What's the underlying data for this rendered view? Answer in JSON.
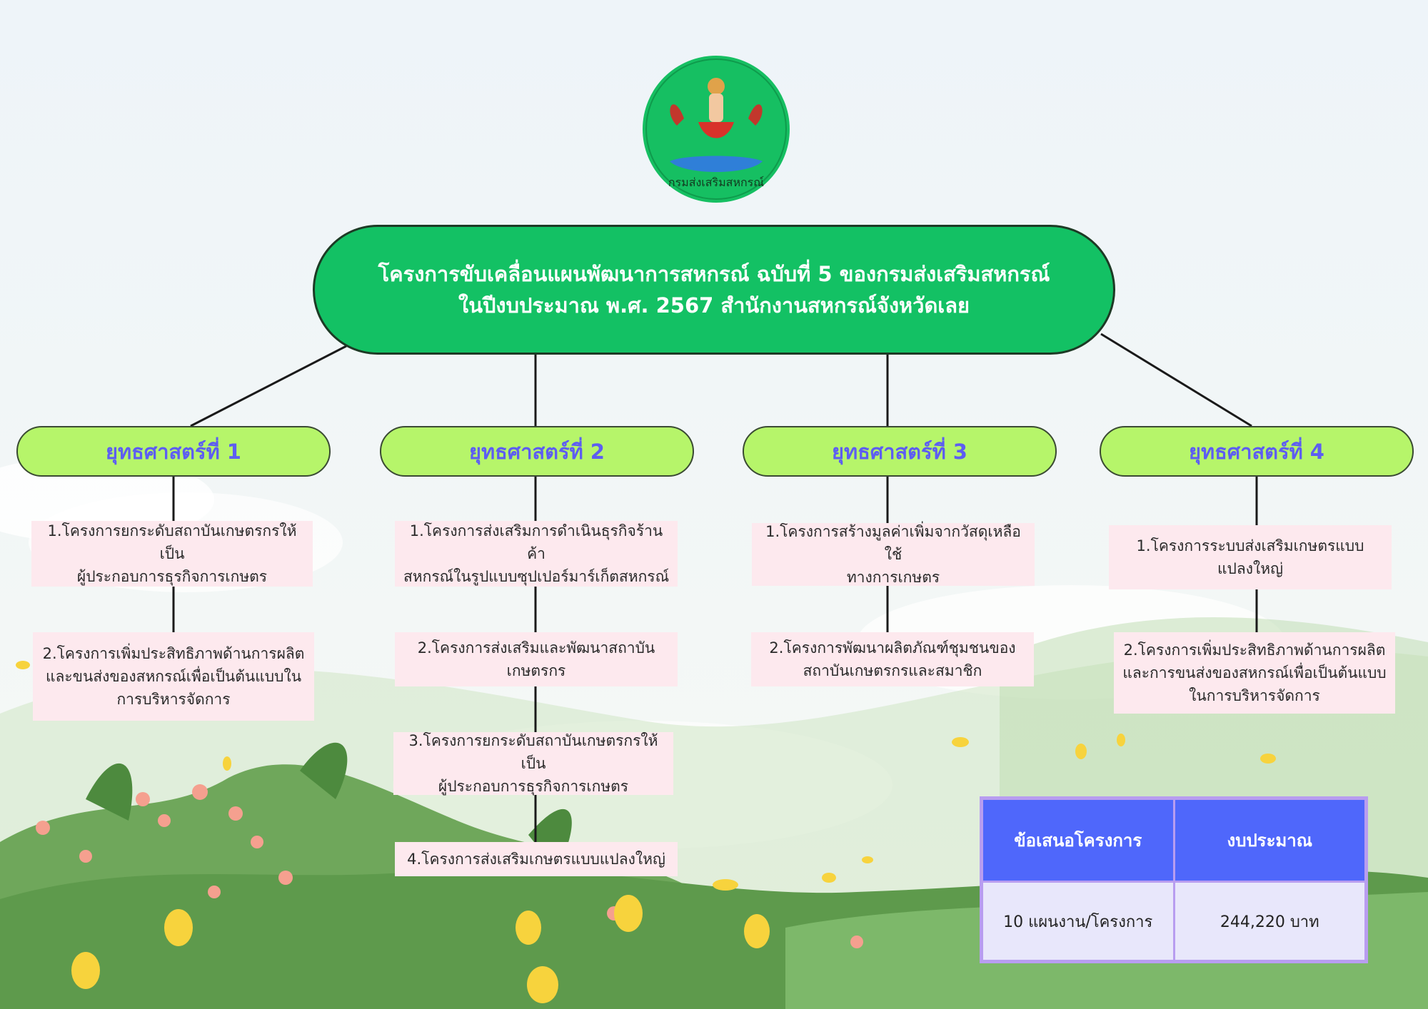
{
  "logo": {
    "text": "กรมส่งเสริมสหกรณ์",
    "icon": "cooperative-deity-emblem-icon"
  },
  "title": {
    "line1": "โครงการขับเคลื่อนแผนพัฒนาการสหกรณ์ ฉบับที่ 5  ของกรมส่งเสริมสหกรณ์",
    "line2": "ในปีงบประมาณ พ.ศ. 2567 สำนักงานสหกรณ์จังหวัดเลย"
  },
  "strategies": [
    {
      "label": "ยุทธศาสตร์ที่ 1",
      "projects": [
        [
          "1.โครงการยกระดับสถาบันเกษตรกรให้เป็น",
          "ผู้ประกอบการธุรกิจการเกษตร"
        ],
        [
          "2.โครงการเพิ่มประสิทธิภาพด้านการผลิต",
          "และขนส่งของสหกรณ์เพื่อเป็นต้นแบบใน",
          "การบริหารจัดการ"
        ]
      ]
    },
    {
      "label": "ยุทธศาสตร์ที่ 2",
      "projects": [
        [
          "1.โครงการส่งเสริมการดำเนินธุรกิจร้านค้า",
          "สหกรณ์ในรูปแบบซุปเปอร์มาร์เก็ตสหกรณ์"
        ],
        [
          "2.โครงการส่งเสริมและพัฒนาสถาบัน",
          "เกษตรกร"
        ],
        [
          "3.โครงการยกระดับสถาบันเกษตรกรให้เป็น",
          "ผู้ประกอบการธุรกิจการเกษตร"
        ],
        [
          "4.โครงการส่งเสริมเกษตรแบบแปลงใหญ่"
        ]
      ]
    },
    {
      "label": "ยุทธศาสตร์ที่ 3",
      "projects": [
        [
          "1.โครงการสร้างมูลค่าเพิ่มจากวัสดุเหลือใช้",
          "ทางการเกษตร"
        ],
        [
          "2.โครงการพัฒนาผลิตภัณฑ์ชุมชนของ",
          "สถาบันเกษตรกรและสมาชิก"
        ]
      ]
    },
    {
      "label": "ยุทธศาสตร์ที่ 4",
      "projects": [
        [
          "1.โครงการระบบส่งเสริมเกษตรแบบ",
          "แปลงใหญ่"
        ],
        [
          "2.โครงการเพิ่มประสิทธิภาพด้านการผลิต",
          "และการขนส่งของสหกรณ์เพื่อเป็นต้นแบบ",
          "ในการบริหารจัดการ"
        ]
      ]
    }
  ],
  "budget_table": {
    "headers": [
      "ข้อเสนอโครงการ",
      "งบประมาณ"
    ],
    "row": [
      "10 แผนงาน/โครงการ",
      "244,220 บาท"
    ]
  },
  "colors": {
    "title_fill": "#13c164",
    "strategy_fill": "#b6f56a",
    "strategy_text": "#5d5df2",
    "project_fill": "#fde9ee",
    "table_header": "#4f67fb",
    "table_border": "#b89df0",
    "table_body": "#e8e7fb"
  }
}
